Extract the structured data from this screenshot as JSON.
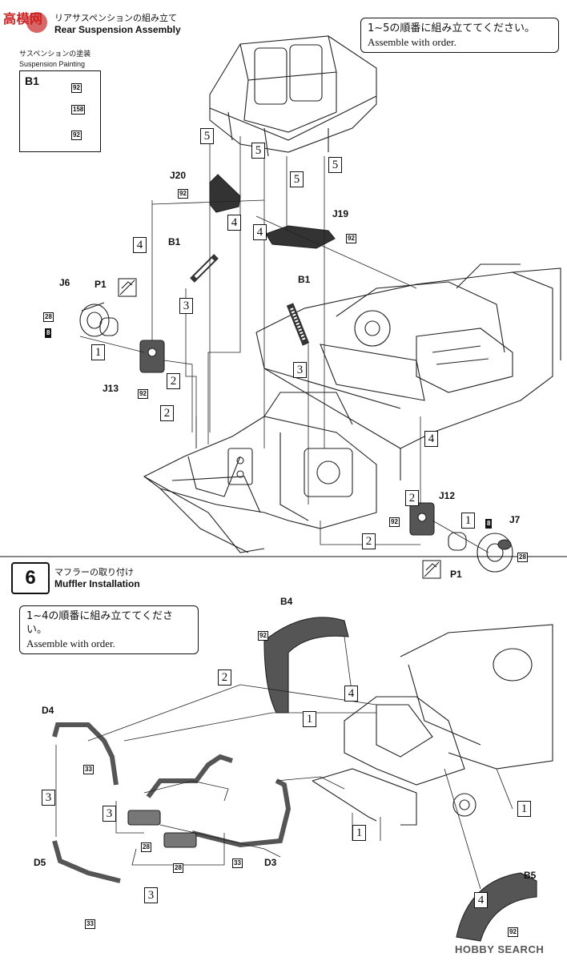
{
  "step5": {
    "title_jp": "リアサスペンションの組み立て",
    "title_en": "Rear Suspension Assembly",
    "order_jp": "1~5の順番に組み立ててください。",
    "order_en": "Assemble with order.",
    "painting_jp": "サスペンションの塗装",
    "painting_en": "Suspension Painting",
    "painting_part": "B1",
    "painting_codes": [
      "92",
      "158",
      "92"
    ],
    "parts": [
      "J20",
      "J19",
      "B1",
      "B1",
      "J6",
      "P1",
      "J13",
      "J12",
      "J7",
      "P1"
    ],
    "codes": [
      "92",
      "92",
      "28",
      "8",
      "92",
      "92",
      "8",
      "28"
    ],
    "step_numbers": [
      "5",
      "5",
      "5",
      "5",
      "4",
      "4",
      "4",
      "4",
      "3",
      "3",
      "1",
      "2",
      "2",
      "2",
      "2",
      "1"
    ]
  },
  "step6": {
    "number": "6",
    "title_jp": "マフラーの取り付け",
    "title_en": "Muffler Installation",
    "order_jp": "1~4の順番に組み立ててください。",
    "order_en": "Assemble with order.",
    "parts": [
      "B4",
      "D4",
      "D5",
      "D3",
      "B5"
    ],
    "codes": [
      "92",
      "33",
      "33",
      "28",
      "28",
      "33",
      "92"
    ],
    "step_numbers": [
      "2",
      "1",
      "4",
      "3",
      "3",
      "3",
      "1",
      "1",
      "4"
    ]
  },
  "watermarks": {
    "top_left": "高模网",
    "bottom_right": "HOBBY SEARCH"
  }
}
